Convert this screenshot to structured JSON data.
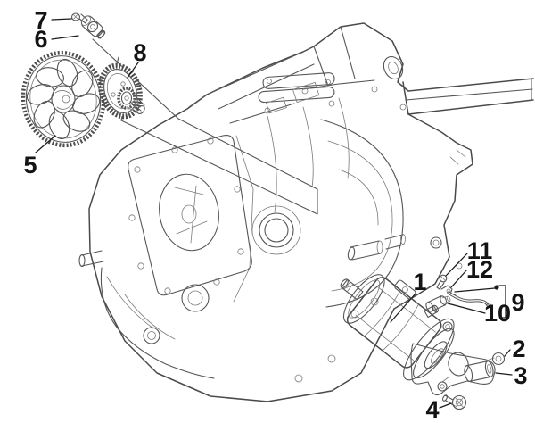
{
  "diagram": {
    "kind": "exploded-parts-line-drawing",
    "colors": {
      "background": "#ffffff",
      "drawing_line": "#565656",
      "callout_text": "#141414",
      "leader_line": "#1c1c1c"
    }
  },
  "labels": {
    "n1": "1",
    "n2": "2",
    "n3": "3",
    "n4": "4",
    "n5": "5",
    "n6": "6",
    "n7": "7",
    "n8": "8",
    "n9": "9",
    "n10": "10",
    "n11": "11",
    "n12": "12"
  }
}
